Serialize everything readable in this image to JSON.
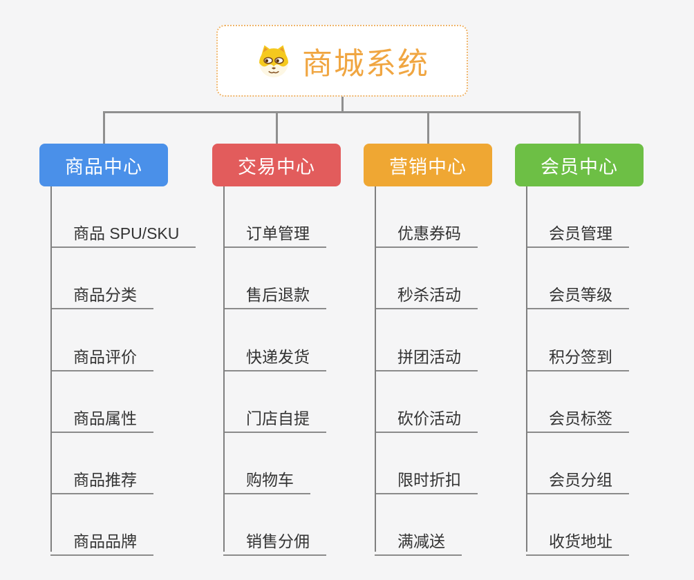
{
  "background": "#f5f5f6",
  "connector_color": "#8f8f8f",
  "root": {
    "label": "商城系统",
    "icon": "dog-face-icon",
    "text_color": "#f0a642",
    "border_color": "#efb469",
    "fill": "#ffffff"
  },
  "branches": [
    {
      "label": "商品中心",
      "color": "#4a90e9",
      "children": [
        "商品 SPU/SKU",
        "商品分类",
        "商品评价",
        "商品属性",
        "商品推荐",
        "商品品牌"
      ]
    },
    {
      "label": "交易中心",
      "color": "#e25c5c",
      "children": [
        "订单管理",
        "售后退款",
        "快递发货",
        "门店自提",
        "购物车",
        "销售分佣"
      ]
    },
    {
      "label": "营销中心",
      "color": "#efa733",
      "children": [
        "优惠券码",
        "秒杀活动",
        "拼团活动",
        "砍价活动",
        "限时折扣",
        "满减送"
      ]
    },
    {
      "label": "会员中心",
      "color": "#6dbf45",
      "children": [
        "会员管理",
        "会员等级",
        "积分签到",
        "会员标签",
        "会员分组",
        "收货地址"
      ]
    }
  ]
}
